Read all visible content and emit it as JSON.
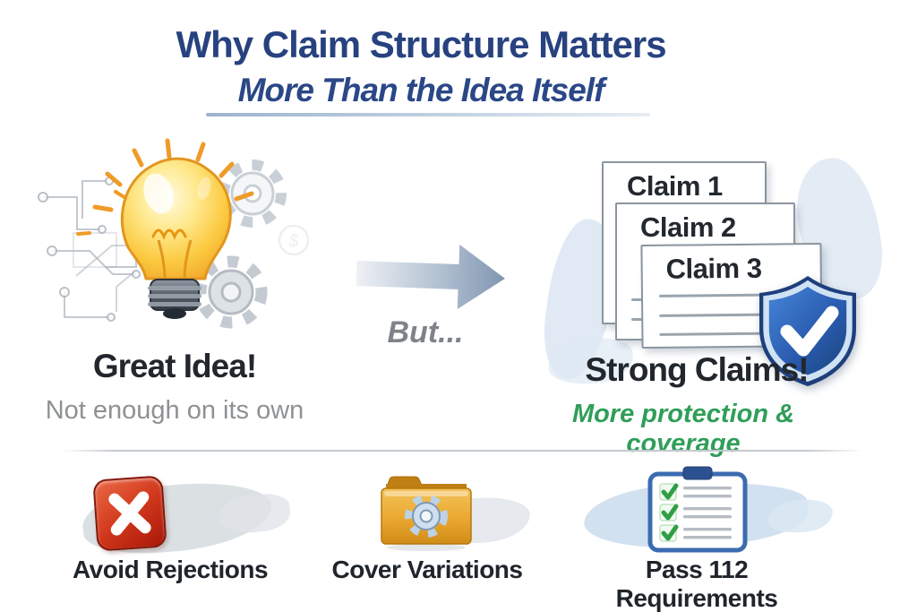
{
  "header": {
    "title": "Why Claim Structure Matters",
    "subtitle": "More Than the Idea Itself",
    "title_color": "#27427f"
  },
  "idea_section": {
    "icon": "lightbulb-gears-circuit-icon",
    "heading": "Great Idea!",
    "caption": "Not enough on its own",
    "heading_color": "#22272e",
    "caption_color": "#8e9194"
  },
  "transition": {
    "icon": "right-arrow-icon",
    "label": "But...",
    "label_color": "#7e838a",
    "arrow_color_start": "#eef1f5",
    "arrow_color_end": "#8096b1"
  },
  "claims_section": {
    "cards": [
      {
        "label": "Claim 1"
      },
      {
        "label": "Claim 2"
      },
      {
        "label": "Claim 3"
      }
    ],
    "badge_icon": "shield-checkmark-icon",
    "badge_color": "#2a5cb0",
    "heading": "Strong Claims!",
    "caption": "More protection & coverage",
    "caption_color": "#2f9e58"
  },
  "benefits": [
    {
      "icon": "red-x-icon",
      "label": "Avoid Rejections",
      "icon_color": "#c22d14"
    },
    {
      "icon": "folder-gear-icon",
      "label": "Cover Variations",
      "icon_color": "#e3a52f"
    },
    {
      "icon": "clipboard-checklist-icon",
      "label": "Pass 112 Requirements",
      "icon_color": "#3b6bb0"
    }
  ]
}
